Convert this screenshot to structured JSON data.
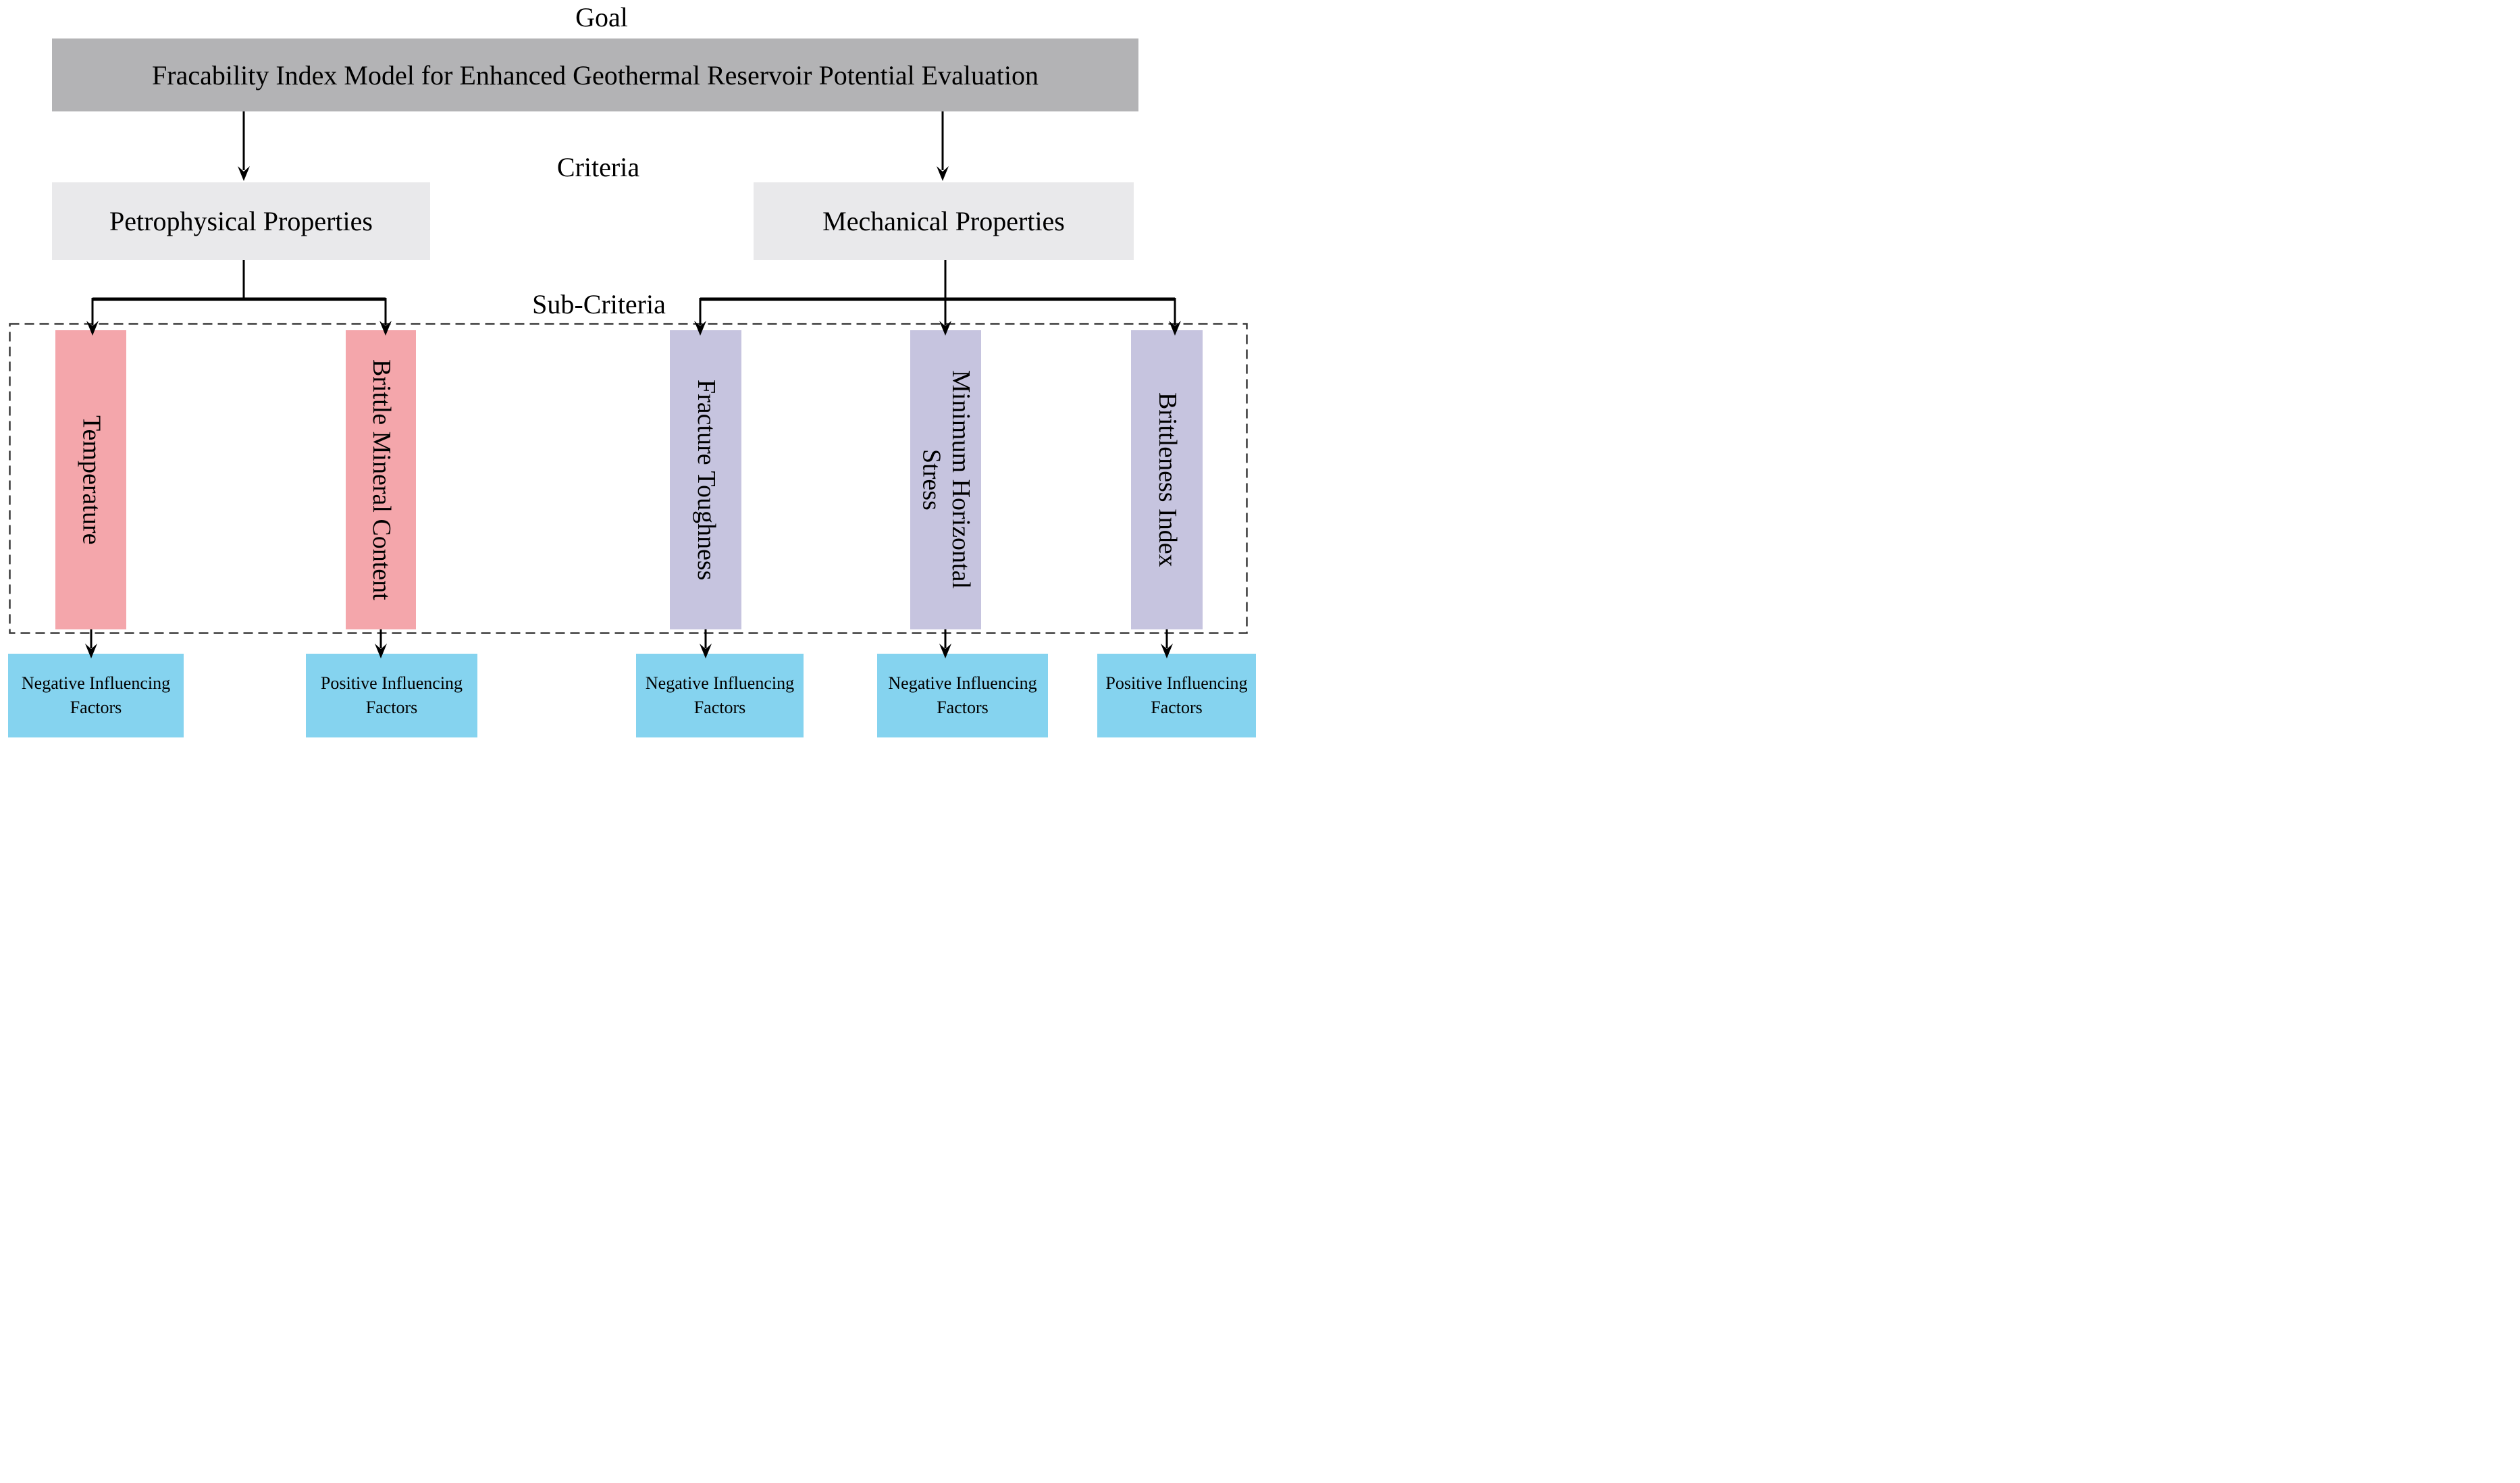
{
  "diagram": {
    "levels": {
      "goal_label": "Goal",
      "criteria_label": "Criteria",
      "subcriteria_label": "Sub-Criteria"
    },
    "goal": {
      "title": "Fracability Index Model for Enhanced Geothermal Reservoir Potential Evaluation"
    },
    "criteria": [
      {
        "label": "Petrophysical Properties"
      },
      {
        "label": "Mechanical Properties"
      }
    ],
    "subcriteria": [
      {
        "label": "Temperature",
        "group": "petrophysical"
      },
      {
        "label": "Brittle Mineral Content",
        "group": "petrophysical"
      },
      {
        "label": "Fracture Toughness",
        "group": "mechanical"
      },
      {
        "label": "Minimum Horizontal\nStress",
        "group": "mechanical"
      },
      {
        "label": "Brittleness Index",
        "group": "mechanical"
      }
    ],
    "factors": [
      {
        "label": "Negative Influencing\nFactors"
      },
      {
        "label": "Positive Influencing\nFactors"
      },
      {
        "label": "Negative Influencing\nFactors"
      },
      {
        "label": "Negative Influencing\nFactors"
      },
      {
        "label": "Positive Influencing\nFactors"
      }
    ],
    "colors": {
      "goal_box": "#b3b3b5",
      "criteria_box": "#e9e9eb",
      "petrophysical_sub_box": "#f4a6ab",
      "mechanical_sub_box": "#c6c4df",
      "factor_box": "#85d3ef",
      "connector": "#000000",
      "dashed_border": "#3a3a3a"
    }
  }
}
